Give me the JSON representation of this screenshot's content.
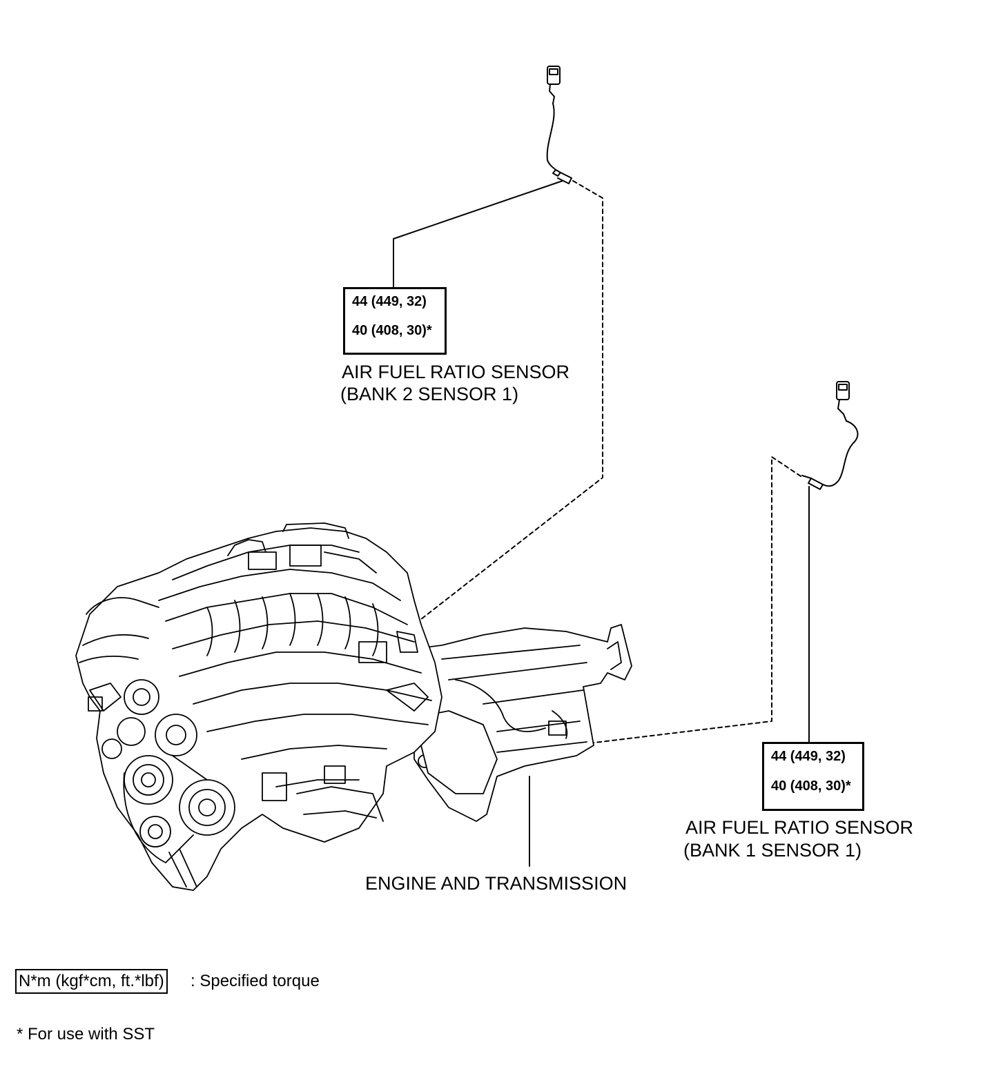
{
  "sensor_bank2": {
    "torque_line1": "44 (449, 32)",
    "torque_line2": "40 (408, 30)*",
    "name_line1": "AIR FUEL RATIO SENSOR",
    "name_line2": "(BANK 2 SENSOR 1)"
  },
  "sensor_bank1": {
    "torque_line1": "44 (449, 32)",
    "torque_line2": "40 (408, 30)*",
    "name_line1": "AIR FUEL RATIO SENSOR",
    "name_line2": "(BANK 1 SENSOR 1)"
  },
  "engine_label": "ENGINE AND TRANSMISSION",
  "legend": {
    "unit_box": "N*m (kgf*cm, ft.*lbf)",
    "unit_desc": ": Specified torque",
    "sst_note": "* For use with SST"
  }
}
